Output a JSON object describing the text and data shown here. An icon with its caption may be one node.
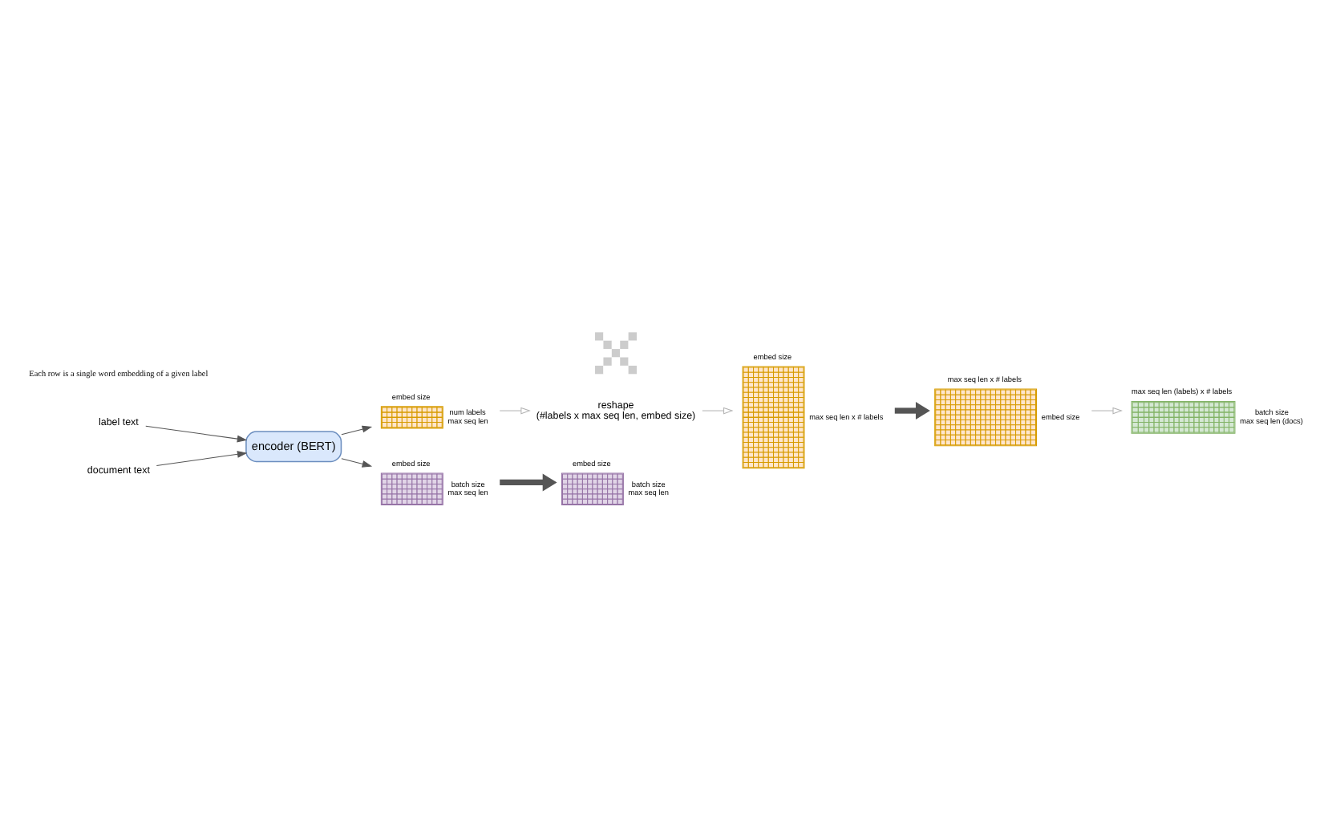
{
  "diagram": {
    "nodes": [
      {
        "text": [
          "label text"
        ]
      },
      {
        "text": [
          "document text"
        ]
      },
      {
        "text": [
          "encoder (BERT)"
        ]
      },
      {
        "text": [],
        "shape": "grid",
        "beside": [
          "embed size",
          "num labels",
          "max seq len"
        ]
      },
      {
        "text": [
          "reshape",
          "(#labels x max seq len, embed size)"
        ]
      },
      {
        "text": [],
        "shape": "grid",
        "beside": [
          "embed size",
          "max seq len x # labels"
        ]
      },
      {
        "text": [],
        "shape": "grid",
        "beside": [
          "embed size",
          "batch size",
          "max seq len"
        ]
      },
      {
        "text": [],
        "shape": "grid",
        "beside": [
          "embed size",
          "batch size",
          "max seq len"
        ]
      },
      {
        "text": [],
        "shape": "cross"
      },
      {
        "text": [],
        "shape": "grid",
        "beside": [
          "max seq len x # labels",
          "embed size"
        ]
      },
      {
        "text": [],
        "shape": "grid",
        "beside": [
          "max seq len (labels) x # labels",
          "batch size",
          "max seq len (docs)"
        ]
      }
    ],
    "edges": [
      {
        "from": 0,
        "to": 2,
        "arrow": "to"
      },
      {
        "from": 1,
        "to": 2,
        "arrow": "to"
      },
      {
        "from": 2,
        "to": 3,
        "arrow": "to"
      },
      {
        "from": 2,
        "to": 6,
        "arrow": "to"
      },
      {
        "from": 3,
        "to": 4,
        "arrow": "to",
        "color": "#b3b3b3"
      },
      {
        "from": 4,
        "to": 5,
        "arrow": "to",
        "color": "#b3b3b3"
      },
      {
        "from": 5,
        "to": 9,
        "arrow": "to",
        "style": "thick"
      },
      {
        "from": 6,
        "to": 7,
        "arrow": "to",
        "style": "thick"
      },
      {
        "from": 9,
        "to": 10,
        "arrow": "to",
        "color": "#b3b3b3"
      }
    ],
    "labels": [
      "Each row is a single word embedding of a given label"
    ]
  }
}
